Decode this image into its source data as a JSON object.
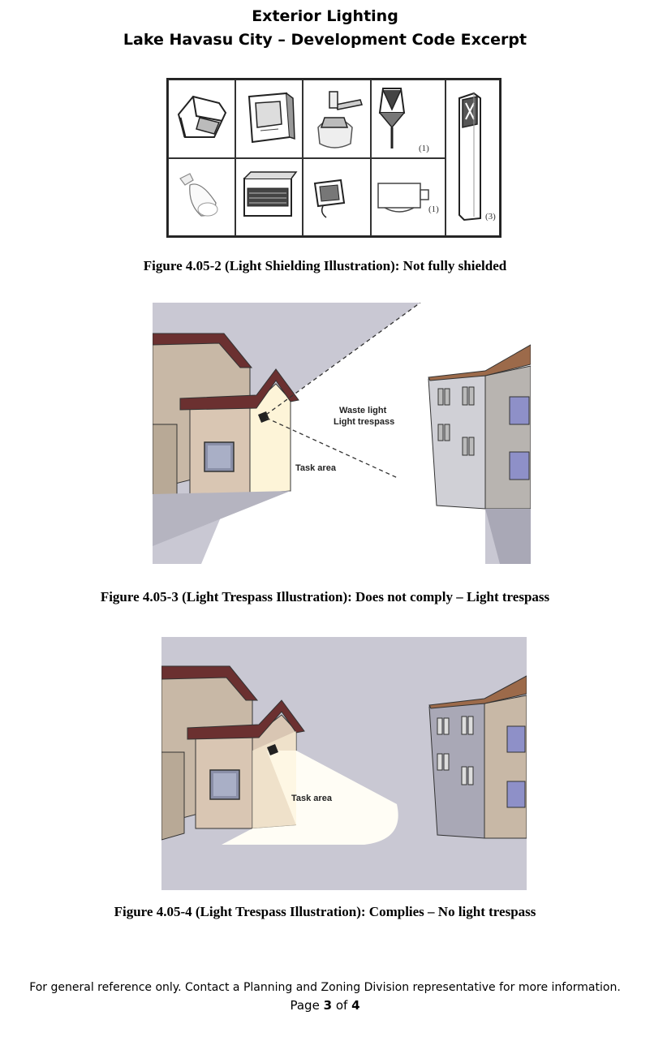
{
  "header": {
    "title": "Exterior Lighting",
    "subtitle": "Lake Havasu City – Development Code Excerpt"
  },
  "figure2": {
    "caption": "Figure 4.05-2 (Light Shielding Illustration): Not fully shielded",
    "cell_marks": [
      "(1)",
      "(1)",
      "(3)"
    ]
  },
  "figure3": {
    "label_waste": "Waste light",
    "label_trespass": "Light trespass",
    "label_task": "Task area",
    "caption": "Figure 4.05-3 (Light Trespass Illustration): Does not comply – Light trespass"
  },
  "figure4": {
    "label_task": "Task area",
    "caption": "Figure 4.05-4 (Light Trespass Illustration): Complies – No light trespass"
  },
  "footer": {
    "note": "For general reference only. Contact a Planning and Zoning Division representative for more information.",
    "page_label": "Page",
    "page_current": "3",
    "page_of": "of",
    "page_total": "4"
  }
}
